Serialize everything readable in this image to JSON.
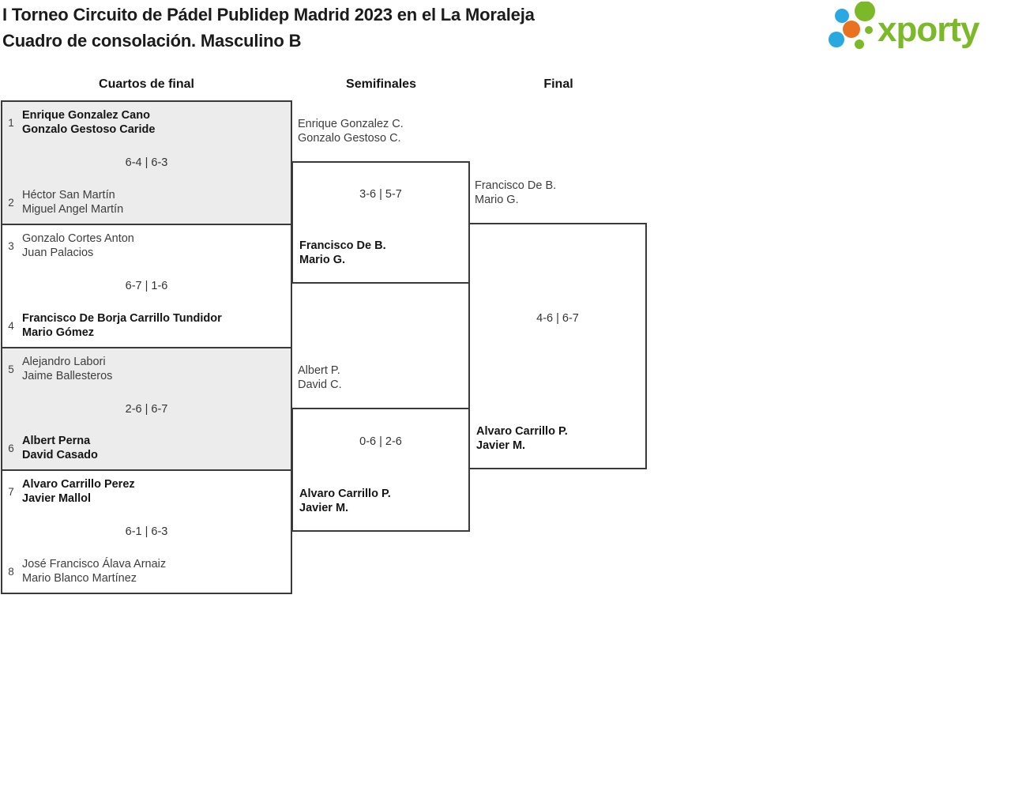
{
  "title": {
    "line1": "I Torneo Circuito de Pádel Publidep Madrid 2023 en el La Moraleja",
    "line2": "Cuadro de consolación. Masculino B"
  },
  "logo": {
    "text": "xporty",
    "colors": {
      "green": "#7cb928",
      "blue": "#2aa8e0",
      "orange": "#e8721f"
    }
  },
  "columns": [
    {
      "label": "Cuartos de final"
    },
    {
      "label": "Semifinales"
    },
    {
      "label": "Final"
    }
  ],
  "quarterfinals": [
    {
      "team1": {
        "seed": "1",
        "line1": "Enrique Gonzalez Cano",
        "line2": "Gonzalo Gestoso Caride",
        "winner": true
      },
      "score": "6-4 | 6-3",
      "team2": {
        "seed": "2",
        "line1": "Héctor San Martín",
        "line2": "Miguel Angel Martín",
        "winner": false
      }
    },
    {
      "team1": {
        "seed": "3",
        "line1": "Gonzalo Cortes Anton",
        "line2": "Juan Palacios",
        "winner": false
      },
      "score": "6-7 | 1-6",
      "team2": {
        "seed": "4",
        "line1": "Francisco De Borja Carrillo Tundidor",
        "line2": "Mario Gómez",
        "winner": true
      }
    },
    {
      "team1": {
        "seed": "5",
        "line1": "Alejandro Labori",
        "line2": "Jaime Ballesteros",
        "winner": false
      },
      "score": "2-6 | 6-7",
      "team2": {
        "seed": "6",
        "line1": "Albert Perna",
        "line2": "David Casado",
        "winner": true
      }
    },
    {
      "team1": {
        "seed": "7",
        "line1": "Alvaro Carrillo Perez",
        "line2": "Javier Mallol",
        "winner": true
      },
      "score": "6-1 | 6-3",
      "team2": {
        "seed": "8",
        "line1": "José Francisco Álava Arnaiz",
        "line2": "Mario Blanco Martínez",
        "winner": false
      }
    }
  ],
  "semifinals": [
    {
      "team1": {
        "line1": "Enrique Gonzalez C.",
        "line2": "Gonzalo Gestoso C.",
        "winner": false
      },
      "score": "3-6 | 5-7",
      "team2": {
        "line1": "Francisco De B.",
        "line2": "Mario G.",
        "winner": true
      }
    },
    {
      "team1": {
        "line1": "Albert P.",
        "line2": "David C.",
        "winner": false
      },
      "score": "0-6 | 2-6",
      "team2": {
        "line1": "Alvaro Carrillo P.",
        "line2": "Javier M.",
        "winner": true
      }
    }
  ],
  "final": {
    "team1": {
      "line1": "Francisco De B.",
      "line2": "Mario G.",
      "winner": false
    },
    "score": "4-6 | 6-7",
    "team2": {
      "line1": "Alvaro Carrillo P.",
      "line2": "Javier M.",
      "winner": true
    }
  }
}
